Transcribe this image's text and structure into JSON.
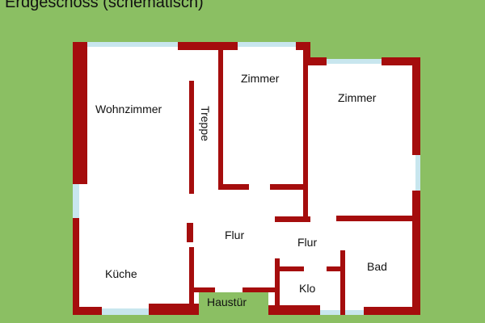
{
  "title": "Erdgeschoss (schematisch)",
  "colors": {
    "background": "#8bbf63",
    "floor": "#ffffff",
    "wall": "#a50d0d",
    "window": "#c8e6ee"
  },
  "rooms": {
    "wohnzimmer": "Wohnzimmer",
    "treppe": "Treppe",
    "zimmer_1": "Zimmer",
    "zimmer_2": "Zimmer",
    "flur_1": "Flur",
    "flur_2": "Flur",
    "kueche": "Küche",
    "klo": "Klo",
    "bad": "Bad",
    "haustuer": "Haustür"
  }
}
